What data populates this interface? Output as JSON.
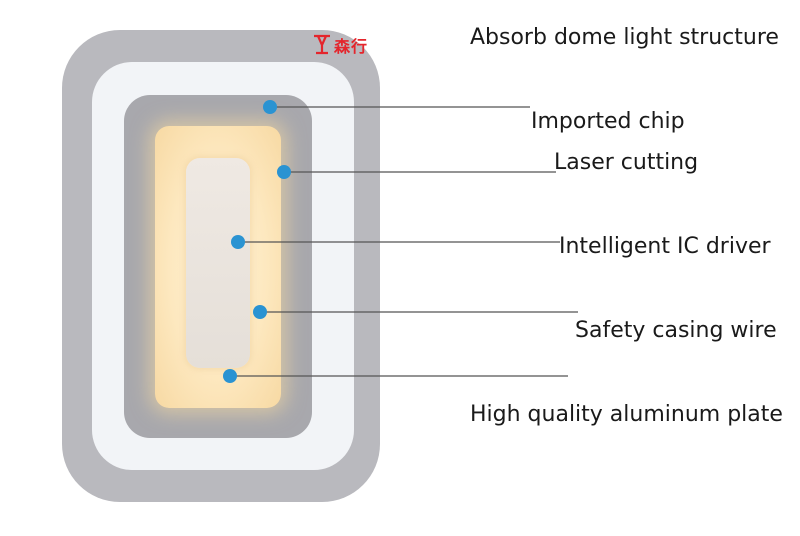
{
  "brand": {
    "logo_text": "森行",
    "logo_color": "#e4252c"
  },
  "colors": {
    "outer_ring": "#b9b9be",
    "inner_ring": "#a8a8ad",
    "glow": "#fde8bf",
    "marker": "#2a93d2"
  },
  "labels": {
    "absorb": "Absorb dome light structure",
    "chip": "Imported chip",
    "laser": "Laser cutting",
    "ic_driver": "Intelligent IC driver",
    "wire": "Safety casing wire",
    "plate": "High quality aluminum plate"
  }
}
